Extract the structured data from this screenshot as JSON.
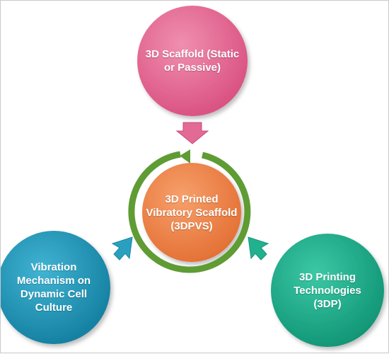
{
  "nodes": {
    "top": {
      "lines": [
        "3D Scaffold (Static",
        "or Passive)"
      ],
      "color": "#e0628d"
    },
    "center": {
      "lines": [
        "3D Printed",
        "Vibratory Scaffold",
        "(3DPVS)"
      ],
      "color": "#ec8147",
      "ring_color": "#6aa33b"
    },
    "left": {
      "lines": [
        "Vibration",
        "Mechanism on",
        "Dynamic Cell",
        "Culture"
      ],
      "color": "#1f96b7"
    },
    "right": {
      "lines": [
        "3D Printing",
        "Technologies",
        "(3DP)"
      ],
      "color": "#1aab8c"
    }
  },
  "arrows": {
    "top_color": "#e26a94",
    "left_color": "#2aa0c0",
    "right_color": "#22b18f"
  }
}
